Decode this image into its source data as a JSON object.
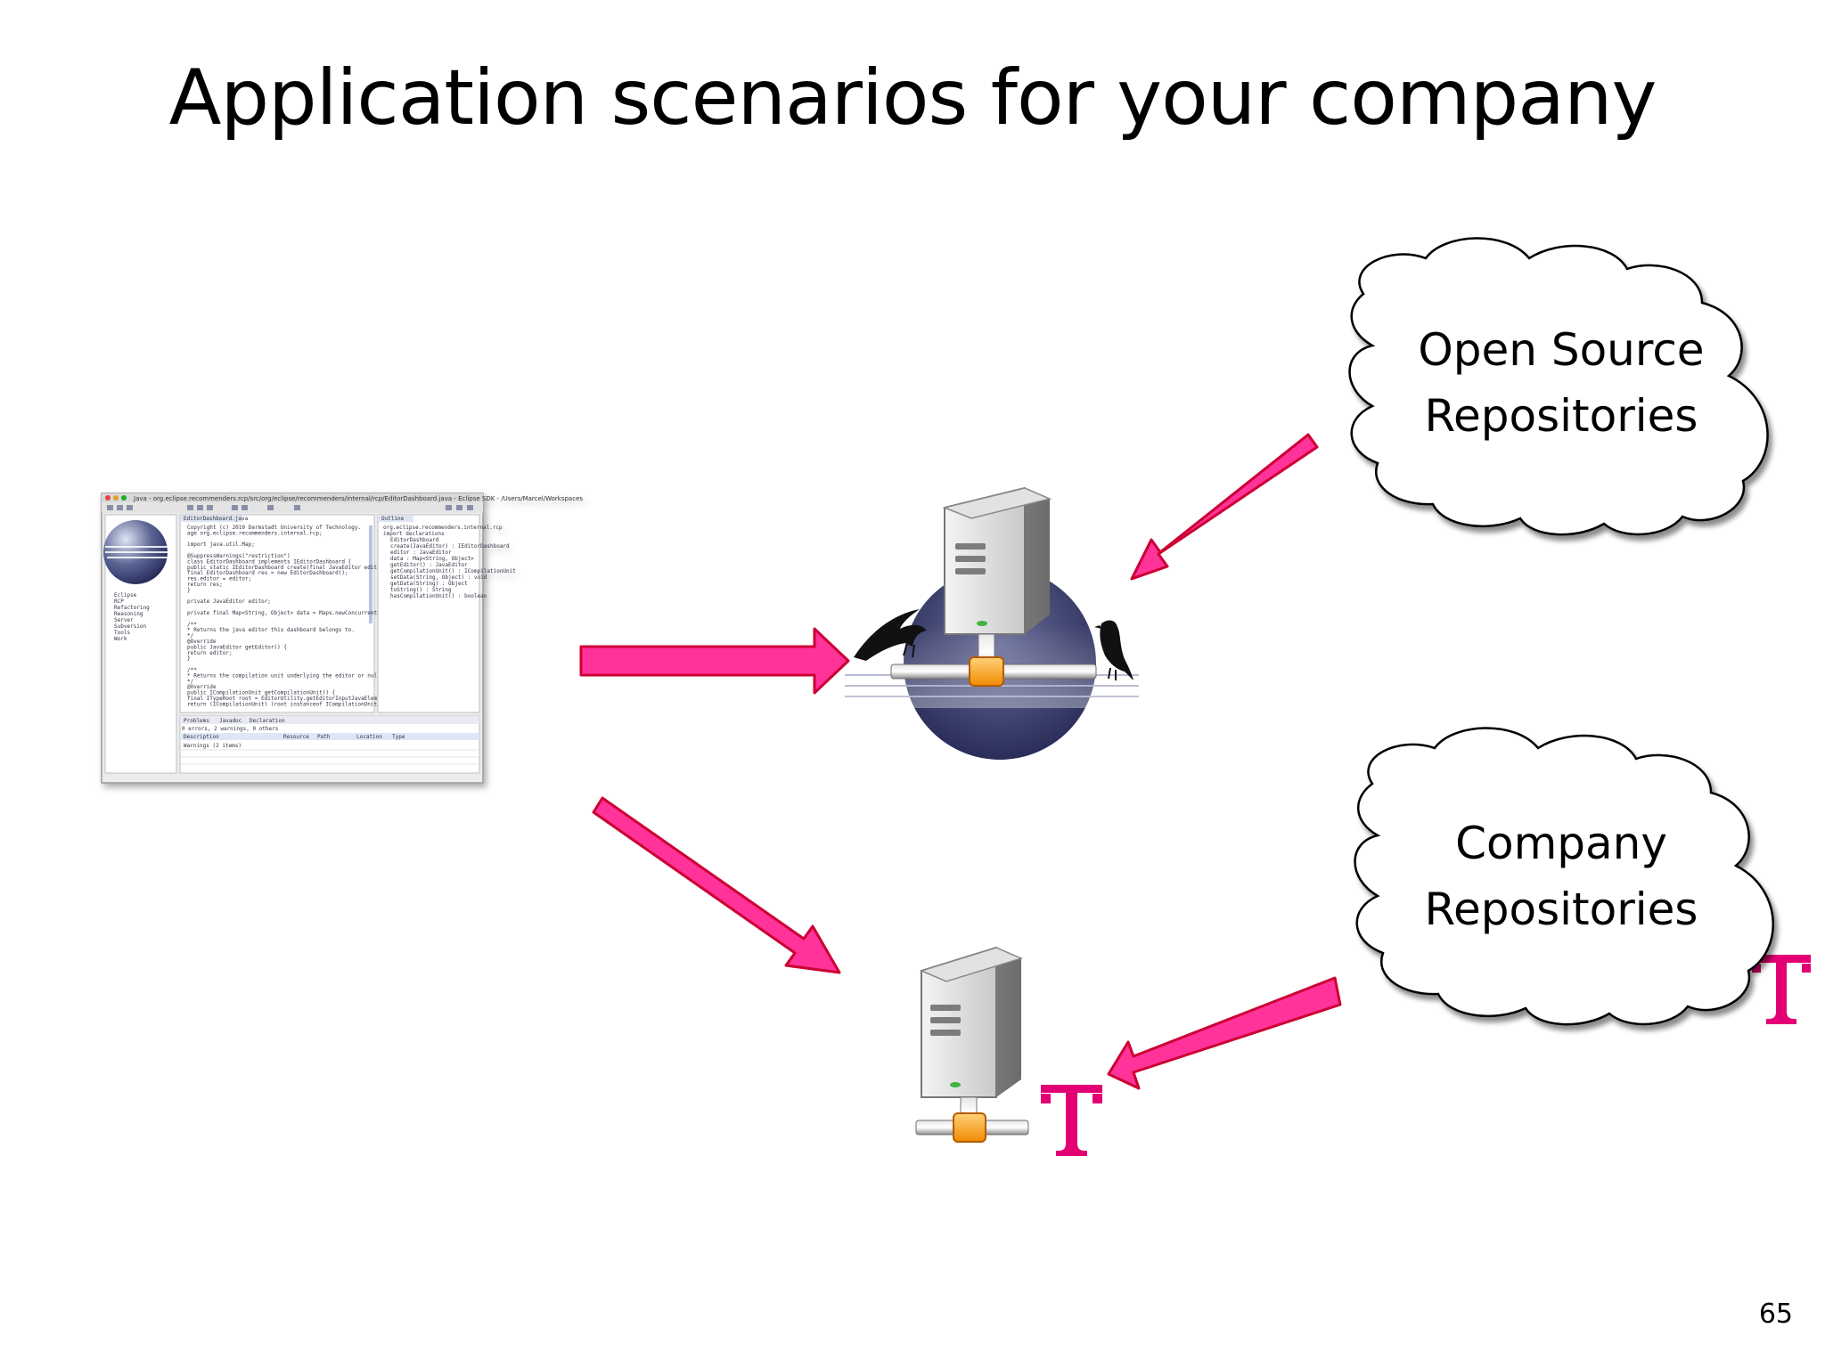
{
  "slide": {
    "title": "Application scenarios for your  company",
    "page_number": "65"
  },
  "clouds": {
    "open_source": {
      "line1": "Open Source",
      "line2": "Repositories"
    },
    "company": {
      "line1": "Company",
      "line2": "Repositories"
    }
  },
  "ide_screenshot": {
    "window_title": "Java - org.eclipse.recommenders.rcp/src/org/eclipse/recommenders/internal/rcp/EditorDashboard.java - Eclipse SDK - /Users/Marcel/Workspaces",
    "editor_tab": "EditorDashboard.java",
    "outline_tab": "Outline",
    "problems_tab": "Problems",
    "javadoc_tab": "Javadoc",
    "declaration_tab": "Declaration",
    "problems_summary": "0 errors, 2 warnings, 0 others",
    "problems_columns": [
      "Description",
      "Resource",
      "Path",
      "Location",
      "Type"
    ],
    "problems_row": "Warnings (2 items)",
    "tree_items": [
      "Eclipse",
      "RCP",
      "Refactoring",
      "Reasoning",
      "Server",
      "Subversion",
      "Tools",
      "Work"
    ],
    "code_lines": [
      "Copyright (c) 2010 Darmstadt University of Technology.",
      "age org.eclipse.recommenders.internal.rcp;",
      "",
      "import java.util.Map;",
      "",
      "@SuppressWarnings(\"restriction\")",
      "class EditorDashboard implements IEditorDashboard {",
      "public static IEditorDashboard create(final JavaEditor editor) {",
      "  final EditorDashboard res = new EditorDashboard();",
      "  res.editor = editor;",
      "  return res;",
      "}",
      "",
      "private JavaEditor editor;",
      "",
      "private final Map<String, Object> data = Maps.newConcurrentMap();",
      "",
      "/**",
      " * Returns the java editor this dashboard belongs to.",
      " */",
      "@Override",
      "public JavaEditor getEditor() {",
      "  return editor;",
      "}",
      "",
      "/**",
      " * Returns the compilation unit underlying the editor or null.",
      " */",
      "@Override",
      "public ICompilationUnit getCompilationUnit() {",
      "  final ITypeRoot root = EditorUtility.getEditorInputJavaElement(...);",
      "  return (ICompilationUnit) (root instanceof ICompilationUnit ? ro"
    ],
    "outline_items": [
      "org.eclipse.recommenders.internal.rcp",
      "import declarations",
      "EditorDashboard",
      "create(JavaEditor) : IEditorDashboard",
      "editor : JavaEditor",
      "data : Map<String, Object>",
      "getEditor() : JavaEditor",
      "getCompilationUnit() : ICompilationUnit",
      "setData(String, Object) : void",
      "getData(String) : Object",
      "toString() : String",
      "hasCompilationUnit() : boolean"
    ]
  },
  "colors": {
    "arrow_fill": "#FF3399",
    "arrow_stroke": "#CC0033",
    "telekom_magenta": "#E20074",
    "cloud_stroke": "#000000"
  },
  "icons": {
    "ide": "eclipse-ide-screenshot-icon",
    "public_server": "server-with-ravens-icon",
    "company_server": "server-icon",
    "company_logo": "telekom-t-logo"
  }
}
